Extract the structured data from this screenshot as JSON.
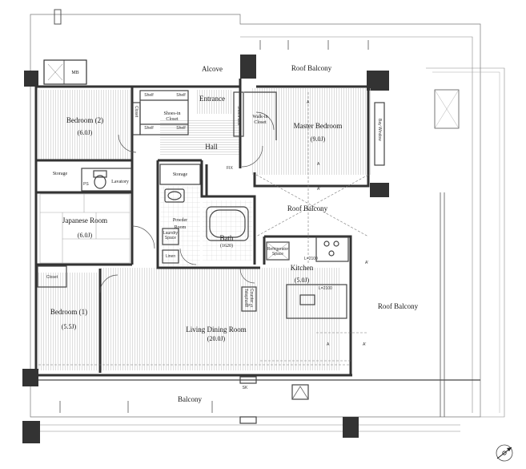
{
  "labels": {
    "roof_balcony_top": "Roof Balcony",
    "alcove": "Alcove",
    "entrance": "Entrance",
    "bedroom2": "Bedroom (2)",
    "bedroom2_area": "(6.0J)",
    "shoes_in_closet_1": "Shoes-in",
    "shoes_in_closet_2": "Closet",
    "closet_v": "Closet",
    "shelf": "Shelf",
    "hall": "Hall",
    "master_bedroom": "Master Bedroom",
    "master_area": "(9.0J)",
    "walk_in_closet_1": "Walk-in",
    "walk_in_closet_2": "Closet",
    "shoes_box": "Shoes Box",
    "bay_window": "Bay Window",
    "storage1": "Storage",
    "storage2": "Storage",
    "lavatory": "Lavatory",
    "ps": "PS",
    "japanese_room": "Japanese Room",
    "japanese_area": "(6.0J)",
    "powder_room_1": "Powder",
    "powder_room_2": "Room",
    "laundry_space_1": "Laundry",
    "laundry_space_2": "Space",
    "linen": "Linen",
    "bath": "Bath",
    "bath_size": "(1620)",
    "roof_balcony_mid": "Roof Balcony",
    "refrigerator_1": "Refrigerator",
    "refrigerator_2": "Space",
    "kitchen": "Kitchen",
    "kitchen_area": "(5.0J)",
    "closet": "Closet",
    "bedroom1": "Bedroom (1)",
    "bedroom1_area": "(5.5J)",
    "living": "Living Dining Room",
    "living_area": "(20.0J)",
    "telephone_1": "Telephone",
    "telephone_2": "Counter",
    "roof_balcony_right": "Roof Balcony",
    "balcony": "Balcony",
    "mb": "MB",
    "sk": "SK",
    "fix": "FIX",
    "l2100_a": "L=2100",
    "l2100_b": "L=2100",
    "mark_a": "A",
    "mark_a2": "A'"
  },
  "colors": {
    "wall": "#333333",
    "floor_line": "#c9c9c9",
    "tatami_line": "#bbbbbb",
    "thin": "#555555"
  },
  "icons": [
    "compass-icon",
    "sink-icon",
    "toilet-icon",
    "bathtub-icon",
    "stove-icon"
  ]
}
